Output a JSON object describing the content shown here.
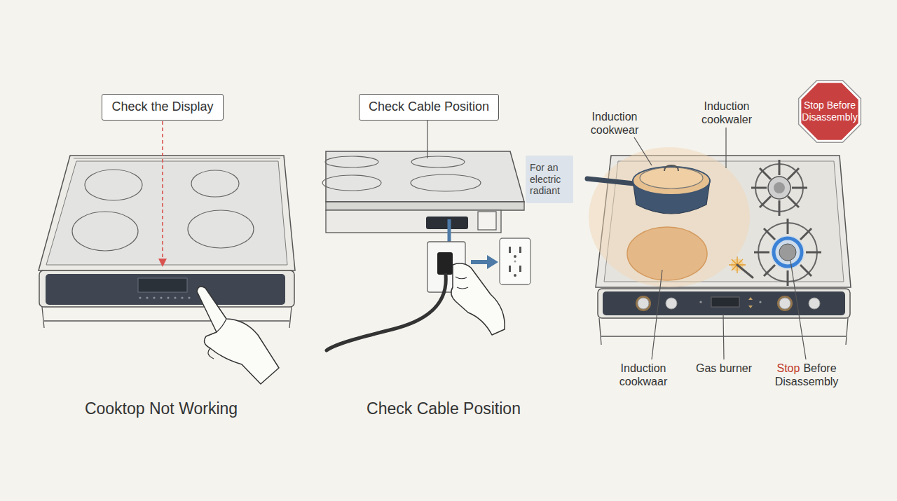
{
  "diagram": {
    "nodes": [
      {
        "text": [
          "Check the Display"
        ]
      },
      {
        "text": [
          "Check Cable Position"
        ]
      },
      {
        "text": [
          "For an electric radiant"
        ]
      },
      {
        "text": [
          "Stop Before Disassembly"
        ]
      }
    ],
    "labels": [
      "Cooktop Not Working",
      "Check Cable Position",
      "Induction cookwear",
      "Induction cookwaler",
      "Induction cookwaar",
      "Gas burner",
      "Stop",
      "Before Disassembly"
    ]
  }
}
